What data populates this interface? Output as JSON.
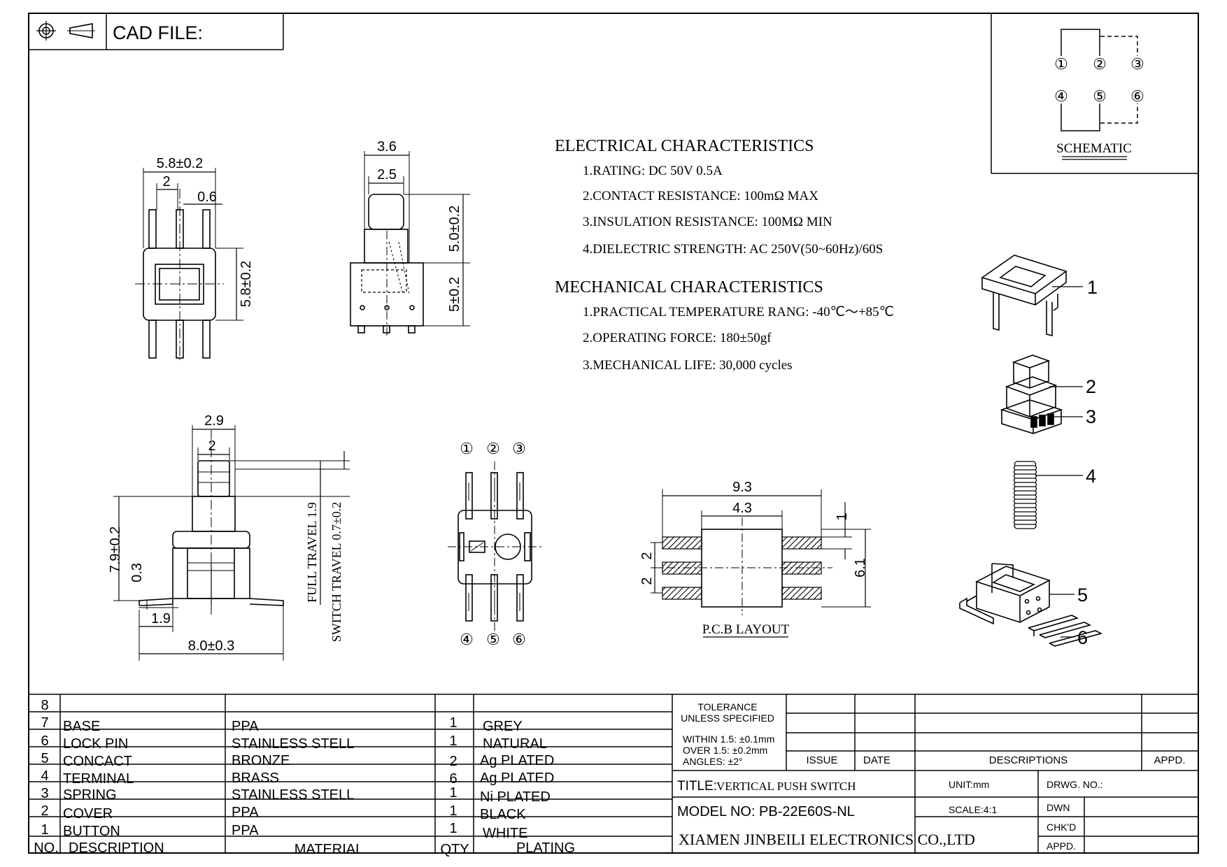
{
  "header": {
    "cad_label": "CAD FILE:"
  },
  "schematic": {
    "label": "SCHEMATIC",
    "pins_top": [
      "①",
      "②",
      "③"
    ],
    "pins_bottom": [
      "④",
      "⑤",
      "⑥"
    ]
  },
  "electrical": {
    "title": "ELECTRICAL CHARACTERISTICS",
    "items": [
      "1.RATING: DC 50V 0.5A",
      "2.CONTACT RESISTANCE: 100mΩ MAX",
      "3.INSULATION RESISTANCE: 100MΩ MIN",
      "4.DIELECTRIC STRENGTH: AC 250V(50~60Hz)/60S"
    ]
  },
  "mechanical": {
    "title": "MECHANICAL CHARACTERISTICS",
    "items": [
      "1.PRACTICAL TEMPERATURE RANG: -40℃～+85℃",
      "2.OPERATING FORCE: 180±50gf",
      "3.MECHANICAL LIFE: 30,000 cycles"
    ]
  },
  "top_view": {
    "dim_width": "5.8±0.2",
    "dim_pitch": "2",
    "dim_pin": "0.6",
    "dim_height": "5.8±0.2"
  },
  "side_view": {
    "dim_top": "3.6",
    "dim_button": "2.5",
    "dim_upper": "5.0±0.2",
    "dim_lower": "5±0.2"
  },
  "front_view": {
    "dim_top": "2.9",
    "dim_button": "2",
    "dim_height": "7.9±0.2",
    "dim_small": "0.3",
    "dim_offset": "1.9",
    "dim_width": "8.0±0.3",
    "full_travel": "FULL TRAVEL 1.9",
    "switch_travel": "SWITCH TRAVEL 0.7±0.2"
  },
  "bottom_view": {
    "pins_top": [
      "①",
      "②",
      "③"
    ],
    "pins_bottom": [
      "④",
      "⑤",
      "⑥"
    ]
  },
  "pcb_layout": {
    "label": "P.C.B LAYOUT",
    "dim_total": "9.3",
    "dim_inner": "4.3",
    "dim_pad": "1",
    "dim_height": "6.1",
    "dim_pitch_a": "2",
    "dim_pitch_b": "2"
  },
  "exploded": {
    "callouts": [
      "1",
      "2",
      "3",
      "4",
      "5",
      "6"
    ]
  },
  "bom": {
    "header": {
      "no": "NO.",
      "description": "DESCRIPTION",
      "material": "MATERIAL",
      "qty": "QTY",
      "plating": "PLATING"
    },
    "rows": [
      {
        "no": "8",
        "description": "",
        "material": "",
        "qty": "",
        "plating": ""
      },
      {
        "no": "7",
        "description": "BASE",
        "material": "PPA",
        "qty": "1",
        "plating": "GREY"
      },
      {
        "no": "6",
        "description": "LOCK PIN",
        "material": "STAINLESS STELL",
        "qty": "1",
        "plating": "NATURAL"
      },
      {
        "no": "5",
        "description": "CONCACT",
        "material": "BRONZE",
        "qty": "2",
        "plating": "Ag PLATED"
      },
      {
        "no": "4",
        "description": "TERMINAL",
        "material": "BRASS",
        "qty": "6",
        "plating": "Ag PLATED"
      },
      {
        "no": "3",
        "description": "SPRING",
        "material": "STAINLESS STELL",
        "qty": "1",
        "plating": "Ni PLATED"
      },
      {
        "no": "2",
        "description": "COVER",
        "material": "PPA",
        "qty": "1",
        "plating": "BLACK"
      },
      {
        "no": "1",
        "description": "BUTTON",
        "material": "PPA",
        "qty": "1",
        "plating": "WHITE"
      }
    ]
  },
  "title_block": {
    "tolerance_title": "TOLERANCE\nUNLESS SPECIFIED",
    "tolerance_1": "WITHIN 1.5: ±0.1mm",
    "tolerance_2": "OVER 1.5: ±0.2mm",
    "tolerance_3": "ANGLES: ±2°",
    "issue": "ISSUE",
    "date": "DATE",
    "descriptions": "DESCRIPTIONS",
    "appd": "APPD.",
    "title_label": "TITLE:",
    "title_value": "VERTICAL PUSH SWITCH",
    "unit": "UNIT:mm",
    "drwg_no": "DRWG. NO.:",
    "model": "MODEL NO: PB-22E60S-NL",
    "scale": "SCALE:4:1",
    "dwn": "DWN",
    "chkd": "CHK'D",
    "appd2": "APPD.",
    "company": "XIAMEN JINBEILI ELECTRONICS CO.,LTD"
  }
}
